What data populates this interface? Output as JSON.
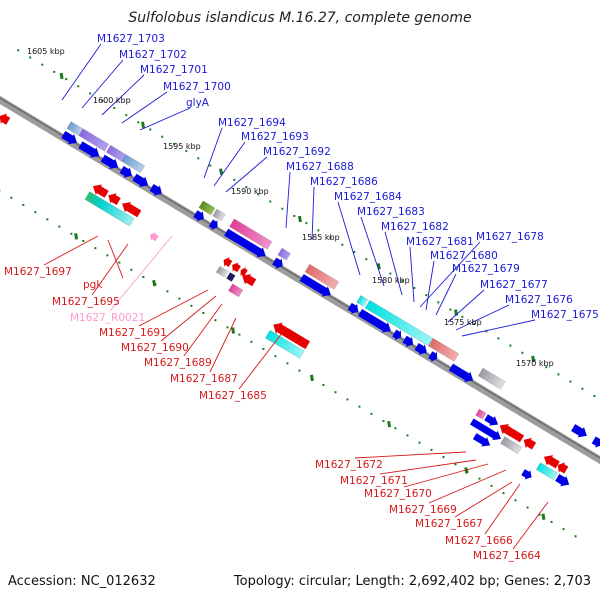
{
  "title": "Sulfolobus islandicus M.16.27, complete genome",
  "footer": {
    "accession": "Accession: NC_012632",
    "summary": "Topology: circular; Length: 2,692,402 bp; Genes: 2,703"
  },
  "colors": {
    "background": "#ffffff",
    "backbone": "#8a8a8a",
    "forward_gene": "#0000e6",
    "reverse_gene": "#e60000",
    "tick": "#1a7a1a",
    "rna": "#ff99cc",
    "forward_label": "#1a1ad6",
    "reverse_label": "#d61a1a"
  },
  "ruler": [
    {
      "label": "1605 kbp"
    },
    {
      "label": "1600 kbp"
    },
    {
      "label": "1595 kbp"
    },
    {
      "label": "1590 kbp"
    },
    {
      "label": "1585 kbp"
    },
    {
      "label": "1580 kbp"
    },
    {
      "label": "1575 kbp"
    },
    {
      "label": "1570 kbp"
    }
  ],
  "top_labels": [
    "M1627_1703",
    "M1627_1702",
    "M1627_1701",
    "M1627_1700",
    "glyA",
    "M1627_1694",
    "M1627_1693",
    "M1627_1692",
    "M1627_1688",
    "M1627_1686",
    "M1627_1684",
    "M1627_1683",
    "M1627_1682",
    "M1627_1681",
    "M1627_1678",
    "M1627_1680",
    "M1627_1679",
    "M1627_1677",
    "M1627_1676",
    "M1627_1675"
  ],
  "bottom_labels": [
    "M1627_1697",
    "pgk",
    "M1627_1695",
    "M1627_R0021",
    "M1627_1691",
    "M1627_1690",
    "M1627_1689",
    "M1627_1687",
    "M1627_1685",
    "M1627_1672",
    "M1627_1671",
    "M1627_1670",
    "M1627_1669",
    "M1627_1667",
    "M1627_1666",
    "M1627_1664"
  ]
}
